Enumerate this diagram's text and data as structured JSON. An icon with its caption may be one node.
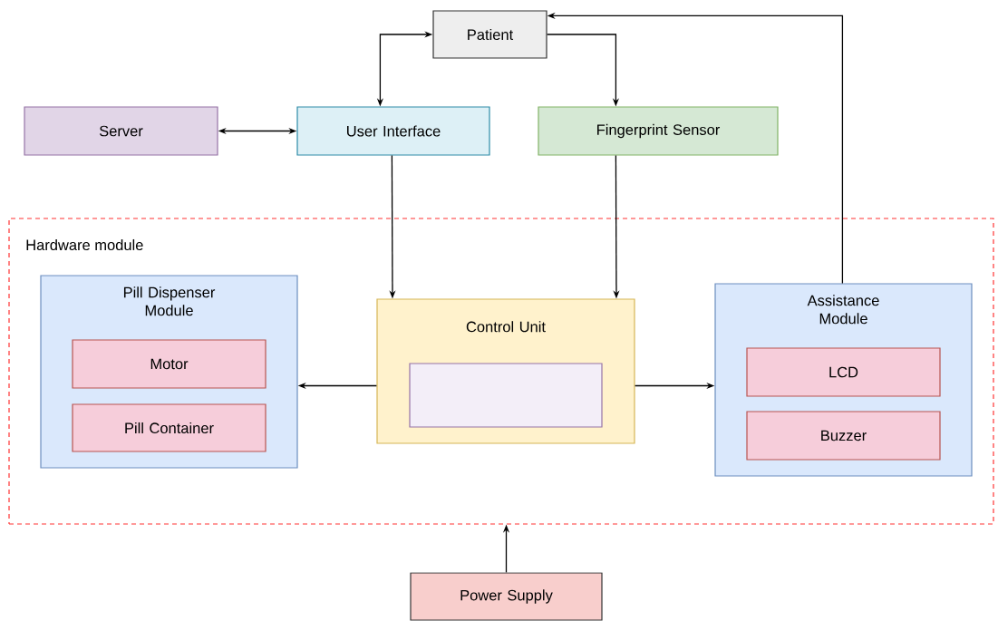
{
  "diagram": {
    "nodes": [
      {
        "text": [
          "Patient"
        ]
      },
      {
        "text": [
          "Server"
        ]
      },
      {
        "text": [
          "User Interface"
        ]
      },
      {
        "text": [
          "Fingerprint Sensor"
        ]
      },
      {
        "text": [
          "Hardware module"
        ]
      },
      {
        "text": [
          "Pill Dispenser Module"
        ],
        "in": 4
      },
      {
        "text": [
          "Motor"
        ],
        "in": 5
      },
      {
        "text": [
          "Pill Container"
        ],
        "in": 5
      },
      {
        "text": [
          "Control Unit"
        ],
        "in": 4
      },
      {
        "text": [],
        "shape": "box",
        "in": 8
      },
      {
        "text": [
          "Assistance Module"
        ],
        "in": 4
      },
      {
        "text": [
          "LCD"
        ],
        "in": 10
      },
      {
        "text": [
          "Buzzer"
        ],
        "in": 10
      },
      {
        "text": [
          "Power Supply"
        ]
      }
    ],
    "edges": [
      {
        "from": 2,
        "to": 0,
        "arrow": "both"
      },
      {
        "from": 0,
        "to": 3,
        "arrow": "to"
      },
      {
        "from": 1,
        "to": 2,
        "arrow": "both"
      },
      {
        "from": 2,
        "to": 8,
        "arrow": "to"
      },
      {
        "from": 3,
        "to": 8,
        "arrow": "to"
      },
      {
        "from": 8,
        "to": 5,
        "arrow": "to"
      },
      {
        "from": 8,
        "to": 10,
        "arrow": "to"
      },
      {
        "from": 10,
        "to": 0,
        "arrow": "to"
      },
      {
        "from": 13,
        "to": 4,
        "arrow": "to"
      }
    ]
  }
}
